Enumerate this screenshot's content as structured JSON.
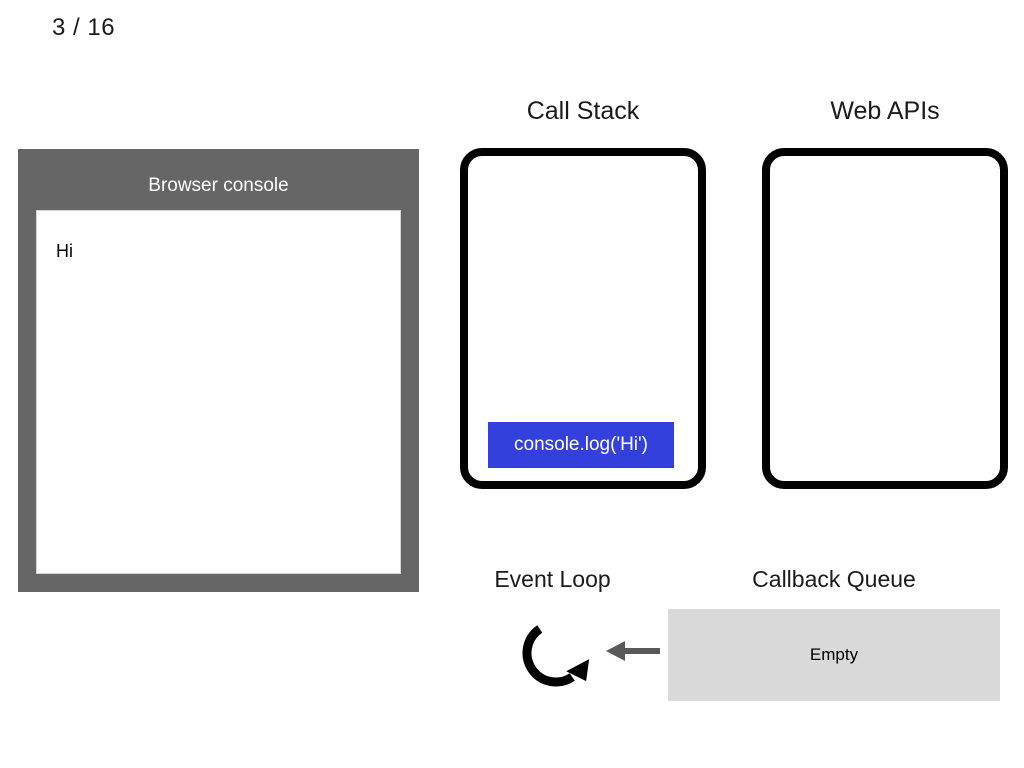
{
  "slide": {
    "counter": "3 / 16"
  },
  "console": {
    "title": "Browser console",
    "lines": [
      "Hi"
    ]
  },
  "call_stack": {
    "title": "Call Stack",
    "frames": [
      {
        "label": "console.log('Hi')",
        "color": "#3340dc"
      }
    ]
  },
  "web_apis": {
    "title": "Web APIs",
    "items": []
  },
  "event_loop": {
    "title": "Event Loop",
    "icon": "circular-arrow-icon"
  },
  "callback_queue": {
    "title": "Callback Queue",
    "status": "Empty"
  },
  "arrow": {
    "name": "left-arrow-icon",
    "color": "#595959"
  },
  "colors": {
    "console_panel": "#666666",
    "frame_blue": "#3340dc",
    "queue_gray": "#d9d9d9",
    "box_border": "#000000"
  }
}
